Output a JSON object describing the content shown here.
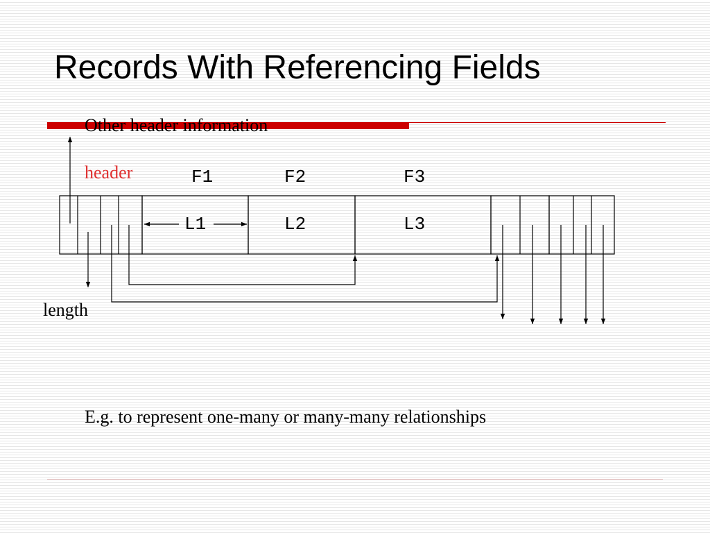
{
  "slide": {
    "title": "Records With Referencing Fields",
    "caption": "E.g. to represent one-many or many-many relationships"
  },
  "diagram": {
    "labels": {
      "other_header": "Other header information",
      "header": "header",
      "length": "length"
    },
    "fields": [
      {
        "name": "F1",
        "length": "L1"
      },
      {
        "name": "F2",
        "length": "L2"
      },
      {
        "name": "F3",
        "length": "L3"
      }
    ]
  },
  "colors": {
    "accent": "#cc0000",
    "header_label": "#e03030"
  }
}
